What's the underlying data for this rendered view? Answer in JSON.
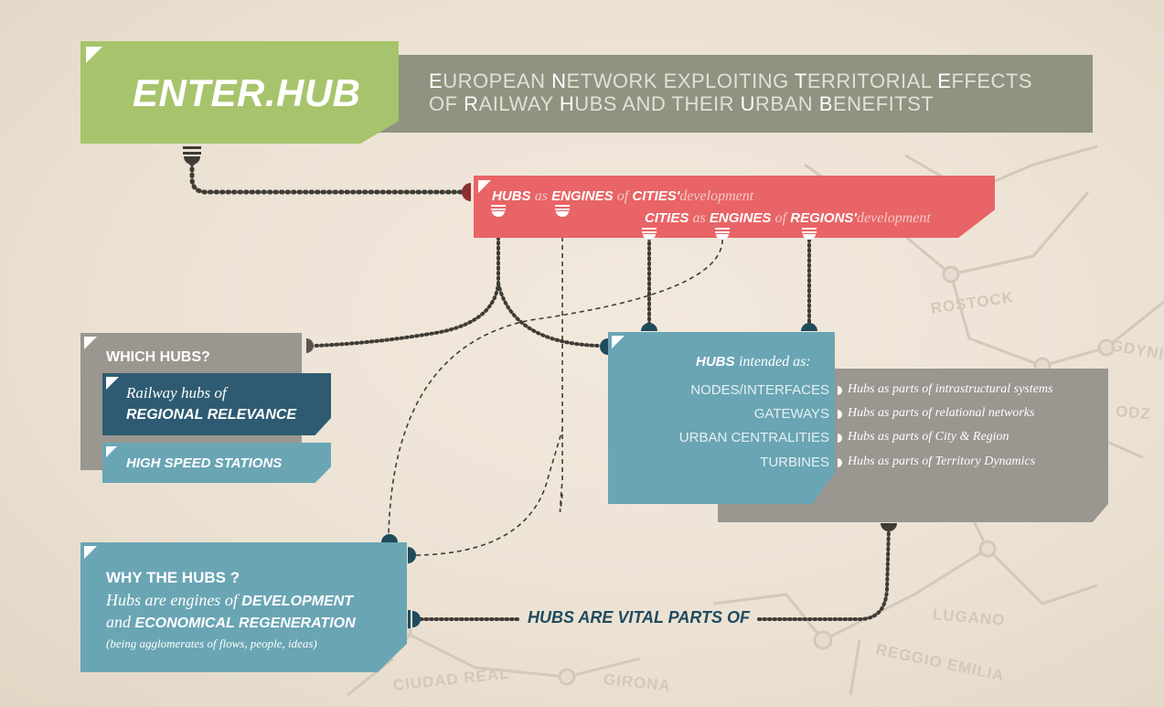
{
  "header": {
    "logo": "ENTER.HUB",
    "title_line1": [
      {
        "cap": "E",
        "rest": "UROPEAN "
      },
      {
        "cap": "N",
        "rest": "ETWORK EXPLOITING "
      },
      {
        "cap": "T",
        "rest": "ERRITORIAL "
      },
      {
        "cap": "E",
        "rest": "FFECTS"
      }
    ],
    "title_line2": [
      {
        "cap": "",
        "rest": "OF "
      },
      {
        "cap": "R",
        "rest": "AILWAY "
      },
      {
        "cap": "H",
        "rest": "UBS AND THEIR "
      },
      {
        "cap": "U",
        "rest": "RBAN "
      },
      {
        "cap": "B",
        "rest": "ENEFITST"
      }
    ]
  },
  "engines": {
    "line1": {
      "a": "HUBS",
      "b": "as",
      "c": "ENGINES",
      "d": "of",
      "e": "CITIES'",
      "f": "development"
    },
    "line2": {
      "a": "CITIES",
      "b": "as",
      "c": "ENGINES",
      "d": "of",
      "e": "REGIONS'",
      "f": "development"
    }
  },
  "which": {
    "title": "WHICH HUBS?",
    "regional_line1": "Railway hubs of",
    "regional_line2": "REGIONAL RELEVANCE",
    "highspeed": "HIGH SPEED STATIONS"
  },
  "intended": {
    "title_bold": "HUBS",
    "title_rest": "intended as:",
    "rows": [
      {
        "label": "NODES/INTERFACES",
        "desc": "Hubs as parts of intrastructural systems"
      },
      {
        "label": "GATEWAYS",
        "desc": "Hubs as parts of relational networks"
      },
      {
        "label": "URBAN CENTRALITIES",
        "desc": "Hubs as parts of City & Region"
      },
      {
        "label": "TURBINES",
        "desc": "Hubs as parts of Territory Dynamics"
      }
    ]
  },
  "why": {
    "title": "WHY THE HUBS ?",
    "line1_a": "Hubs are engines of",
    "line1_b": "DEVELOPMENT",
    "line2_a": "and",
    "line2_b": "ECONOMICAL REGENERATION",
    "line3": "(being agglomerates of flows, people, ideas)"
  },
  "vital": "HUBS ARE VITAL PARTS OF",
  "map_labels": [
    "ROSTOCK",
    "GDYNIA",
    "ODZ",
    "LUGANO",
    "REGGIO EMILIA",
    "GIRONA",
    "CIUDAD REAL"
  ],
  "colors": {
    "green": "#a7c46c",
    "olive": "#8f9380",
    "red": "#e86466",
    "teal": "#6aa5b4",
    "navy": "#2e5b72",
    "grey": "#9a9690",
    "dark": "#3f3c36"
  }
}
